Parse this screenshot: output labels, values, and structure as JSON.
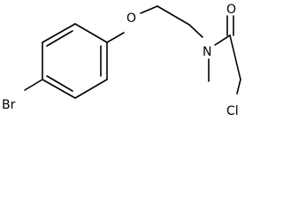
{
  "molecule": {
    "atoms": {
      "bromine": "Br",
      "ether_oxygen": "O",
      "amide_nitrogen": "N",
      "carbonyl_oxygen": "O",
      "chlorine": "Cl"
    },
    "bond_color": "#000000",
    "label_color": "#000000"
  }
}
